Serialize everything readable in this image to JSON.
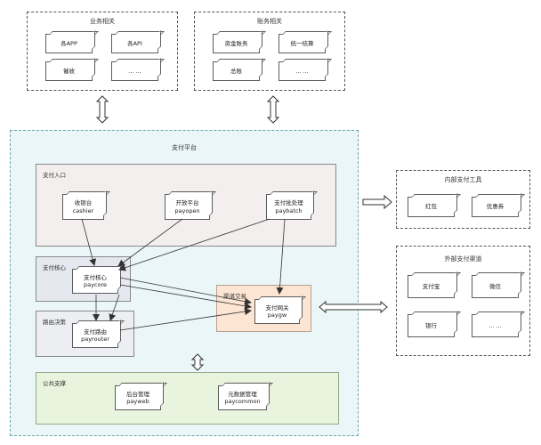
{
  "groups": {
    "business": {
      "title": "业务相关",
      "nodes": [
        "各APP",
        "各API",
        "催收",
        "... ..."
      ]
    },
    "finance": {
      "title": "账务相关",
      "nodes": [
        "资金账务",
        "统一结算",
        "总账",
        "... ..."
      ]
    },
    "platform": {
      "title": "支付平台",
      "entry": {
        "title": "支付入口",
        "nodes": [
          {
            "label": "收银台",
            "sub": "cashier"
          },
          {
            "label": "开放平台",
            "sub": "payopen"
          },
          {
            "label": "支付批处理",
            "sub": "paybatch"
          }
        ]
      },
      "core": {
        "title": "支付核心",
        "node": {
          "label": "支付核心",
          "sub": "paycore"
        }
      },
      "route": {
        "title": "路由决策",
        "node": {
          "label": "支付路由",
          "sub": "payrouter"
        }
      },
      "channel": {
        "title": "渠道交易",
        "node": {
          "label": "支付网关",
          "sub": "paygw"
        }
      },
      "common": {
        "title": "公共支撑",
        "nodes": [
          {
            "label": "后台管理",
            "sub": "payweb"
          },
          {
            "label": "元数据管理",
            "sub": "paycommon"
          }
        ]
      }
    },
    "internal": {
      "title": "内部支付工具",
      "nodes": [
        "红包",
        "优惠券"
      ]
    },
    "external": {
      "title": "外部支付渠道",
      "nodes": [
        "支付宝",
        "微信",
        "银行",
        "... ..."
      ]
    }
  }
}
